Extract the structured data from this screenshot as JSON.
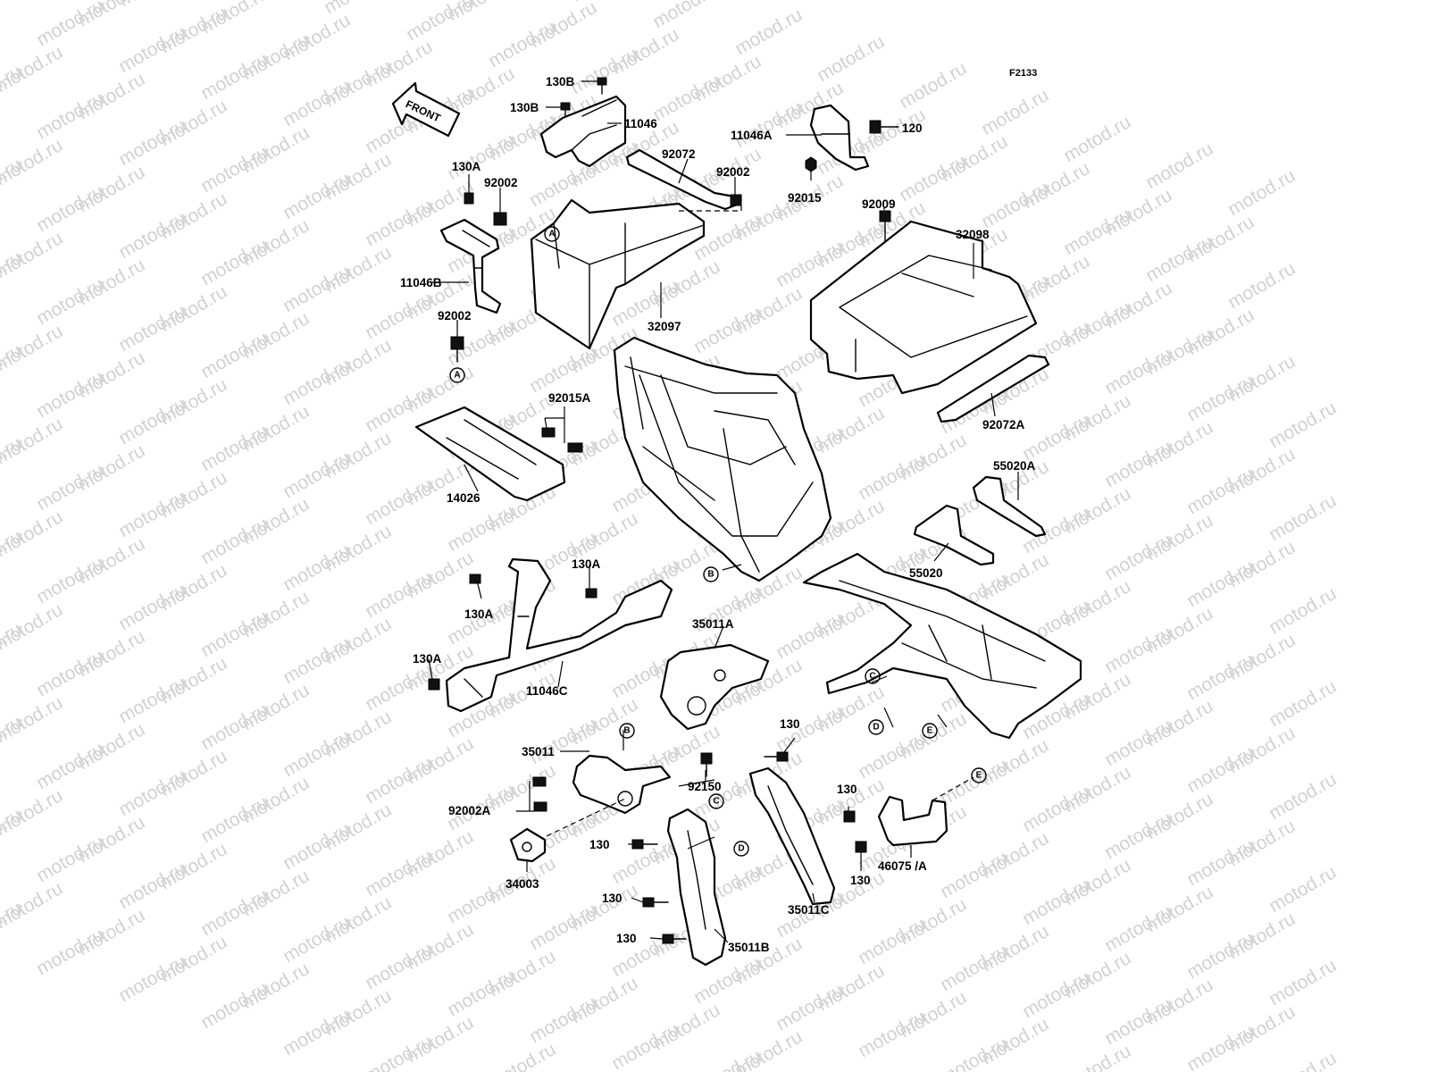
{
  "figure_code": "F2133",
  "front_arrow_text": "FRONT",
  "watermark_text": "motod.ru",
  "colors": {
    "ink": "#000000",
    "watermark": "#d2d2d2",
    "background": "#ffffff"
  },
  "labels": {
    "p130B_top": "130B",
    "p130B_mid": "130B",
    "p11046": "11046",
    "p92072": "92072",
    "p130A_top": "130A",
    "p92002_a": "92002",
    "p92002_b": "92002",
    "p11046B": "11046B",
    "p92002_c": "92002",
    "p32097": "32097",
    "p11046A": "11046A",
    "p120": "120",
    "p92015": "92015",
    "p92009": "92009",
    "p32098": "32098",
    "p92072A": "92072A",
    "p92015A": "92015A",
    "p14026": "14026",
    "p55020A": "55020A",
    "p55020": "55020",
    "p130A_a": "130A",
    "p130A_b": "130A",
    "p130A_c": "130A",
    "p11046C": "11046C",
    "p35011A": "35011A",
    "p35011": "35011",
    "p92150": "92150",
    "p92002A": "92002A",
    "p34003": "34003",
    "p130_a": "130",
    "p130_b": "130",
    "p130_c": "130",
    "p130_d": "130",
    "p130_e": "130",
    "p130_f": "130",
    "p35011B": "35011B",
    "p35011C": "35011C",
    "p46075A": "46075 /A"
  },
  "refs": {
    "A1": "A",
    "A2": "A",
    "B1": "B",
    "B2": "B",
    "C1": "C",
    "C2": "C",
    "D1": "D",
    "D2": "D",
    "E1": "E",
    "E2": "E"
  }
}
